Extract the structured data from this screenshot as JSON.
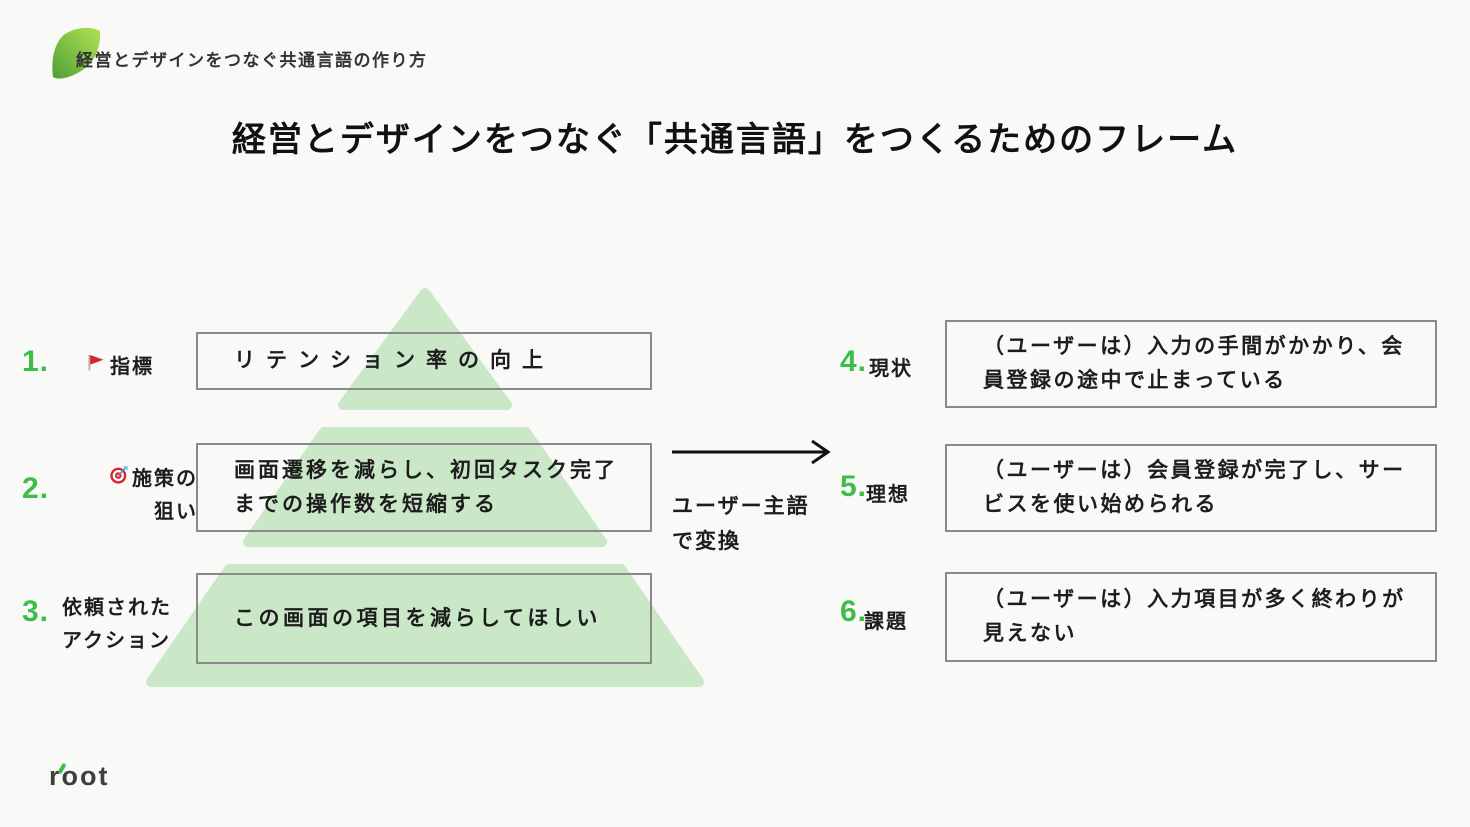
{
  "colors": {
    "background": "#f9f9f8",
    "accent_green": "#3cbe49",
    "pyramid_green": "#cae8c7",
    "box_border_gray": "#8a8a8a",
    "flag_red": "#d6252b"
  },
  "header": {
    "title": "経営とデザインをつなぐ共通言語の作り方"
  },
  "main_title": "経営とデザインをつなぐ「共通言語」をつくるためのフレーム",
  "left_items": [
    {
      "number": "1.",
      "icon": "flag-icon",
      "label_lines": [
        "指標"
      ],
      "box_lines": [
        "リテンション率の向上"
      ]
    },
    {
      "number": "2.",
      "icon": "target-icon",
      "label_lines": [
        "施策の",
        "狙い"
      ],
      "box_lines": [
        "画面遷移を減らし、初回タスク完了",
        "までの操作数を短縮する"
      ]
    },
    {
      "number": "3.",
      "label_lines": [
        "依頼された",
        "アクション"
      ],
      "box_lines": [
        "この画面の項目を減らしてほしい"
      ]
    }
  ],
  "transform": {
    "label_lines": [
      "ユーザー主語",
      "で変換"
    ]
  },
  "right_items": [
    {
      "number": "4.",
      "label": "現状",
      "box_lines": [
        "（ユーザーは）入力の手間がかかり、会",
        "員登録の途中で止まっている"
      ]
    },
    {
      "number": "5.",
      "label": "理想",
      "box_lines": [
        "（ユーザーは）会員登録が完了し、サー",
        "ビスを使い始められる"
      ]
    },
    {
      "number": "6.",
      "label": "課題",
      "box_lines": [
        "（ユーザーは）入力項目が多く終わりが",
        "見えない"
      ]
    }
  ],
  "footer": {
    "logo_text": "root"
  }
}
